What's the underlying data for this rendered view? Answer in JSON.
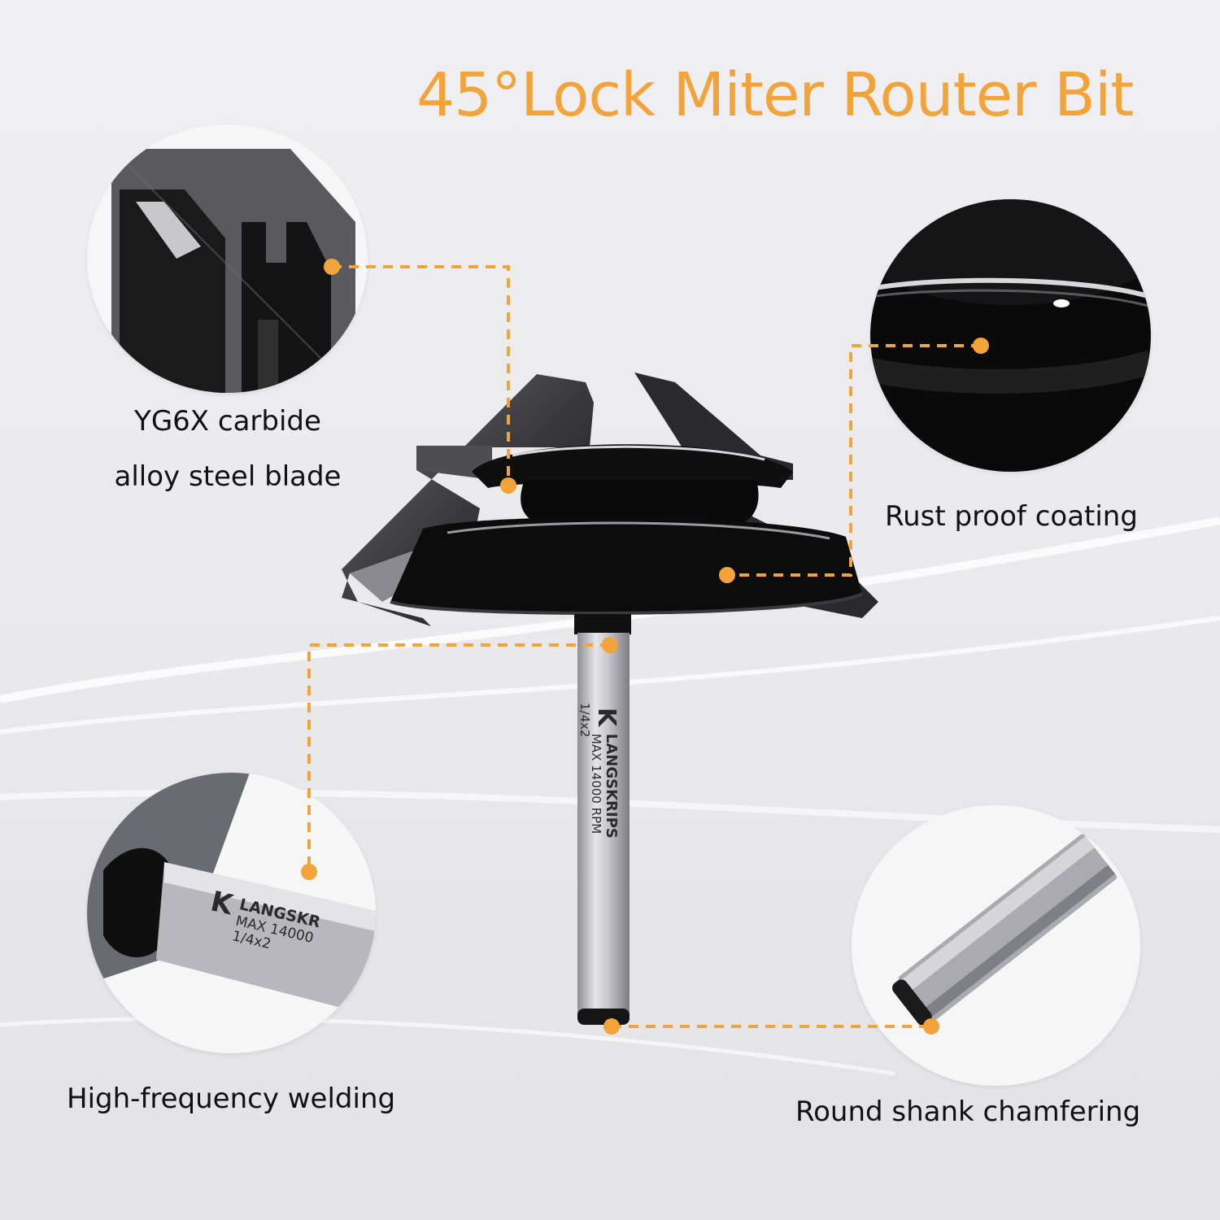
{
  "title": "45°Lock Miter Router Bit",
  "features": {
    "carbide": {
      "line1": "YG6X carbide",
      "line2": "alloy steel blade",
      "icon": "carbide-blade-closeup"
    },
    "coating": {
      "label": "Rust proof coating",
      "icon": "black-coated-body-closeup"
    },
    "welding": {
      "label": "High-frequency welding",
      "icon": "welded-joint-closeup"
    },
    "shank": {
      "label": "Round shank chamfering",
      "icon": "chamfered-shank-closeup"
    }
  },
  "shank_engraving": {
    "brand": "LANGSKRIPS",
    "rpm": "MAX 14000 RPM",
    "size": "1/4x2"
  },
  "closeup_engraving": {
    "brand": "LANGSKR",
    "rpm": "MAX 14000",
    "size": "1/4x2"
  },
  "colors": {
    "accent": "#f2a33a",
    "text": "#111111",
    "background": "#ececee",
    "bit_body": "#0d0d0d",
    "shank": "#c9c9cd"
  }
}
